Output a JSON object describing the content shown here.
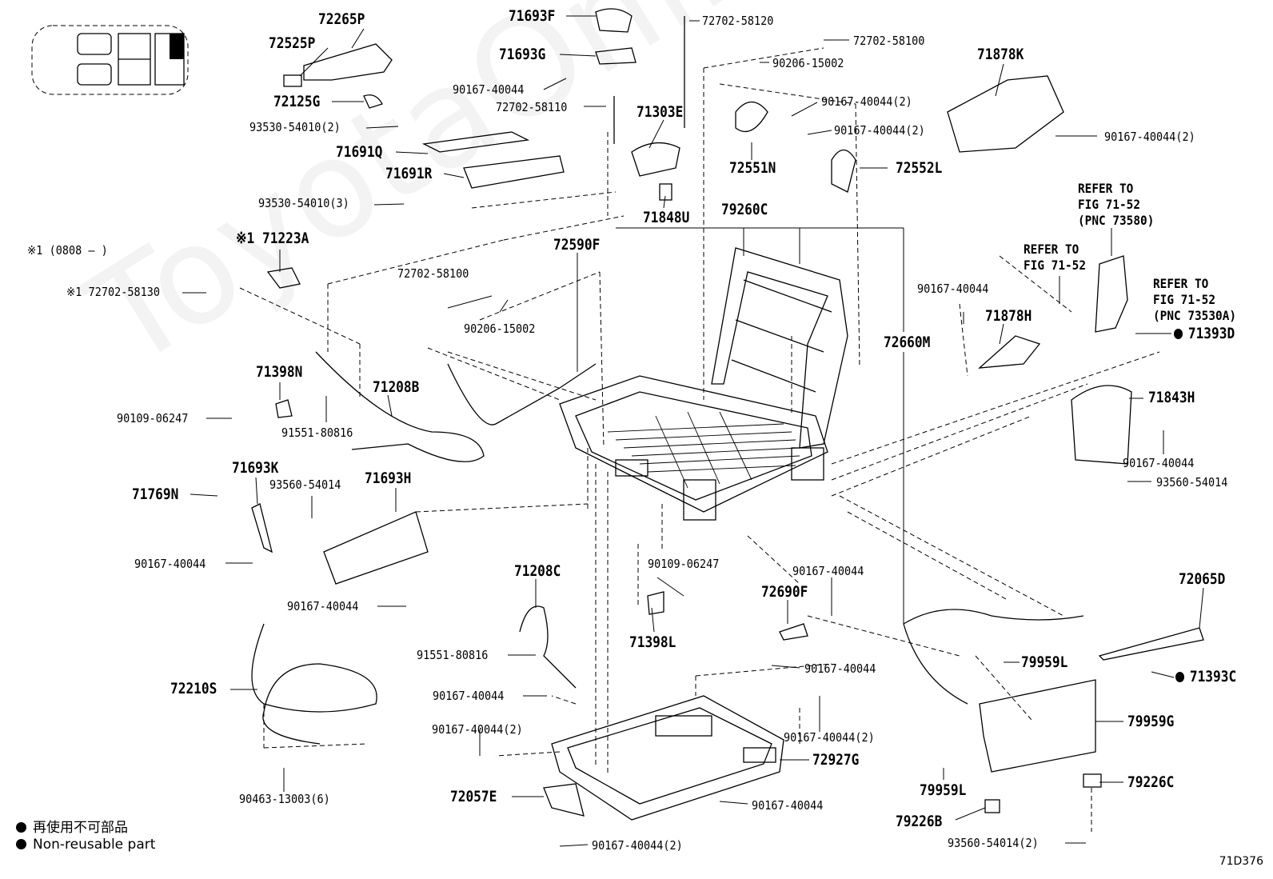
{
  "sheet_id": "71D376",
  "watermark": "ToyotaOnline.ru",
  "legend": {
    "symbol": "●",
    "line_jp": "再使用不可部品",
    "line_en": "Non-reusable part"
  },
  "note_range": "※1 (0808 –        )",
  "refers": {
    "r1": [
      "REFER TO",
      "FIG 71-52",
      "(PNC 73580)"
    ],
    "r2": [
      "REFER TO",
      "FIG 71-52"
    ],
    "r3": [
      "REFER TO",
      "FIG 71-52",
      "(PNC 73530A)"
    ]
  },
  "callouts": {
    "c72265P": "72265P",
    "c72525P": "72525P",
    "c72125G": "72125G",
    "c93530_2": "93530-54010(2)",
    "c71691Q": "71691Q",
    "c71691R": "71691R",
    "c93530_3": "93530-54010(3)",
    "c71693F": "71693F",
    "c71693G": "71693G",
    "c90167_a": "90167-40044",
    "c72702_58110": "72702-58110",
    "c71303E": "71303E",
    "c71848U": "71848U",
    "c72702_58120": "72702-58120",
    "c72702_58100a": "72702-58100",
    "c90206_15002a": "90206-15002",
    "c90167_2a": "90167-40044(2)",
    "c90167_2b": "90167-40044(2)",
    "c72551N": "72551N",
    "c72552L": "72552L",
    "c79260C": "79260C",
    "c71878K": "71878K",
    "c90167_2c": "90167-40044(2)",
    "c71223A": "※1 71223A",
    "c72702_58130": "※1 72702-58130",
    "c72590F": "72590F",
    "c72702_58100b": "72702-58100",
    "c90206_15002b": "90206-15002",
    "c90167_b": "90167-40044",
    "c71878H": "71878H",
    "c72660M": "72660M",
    "c71393D": "71393D",
    "c71398N": "71398N",
    "c71208B": "71208B",
    "c90109_a": "90109-06247",
    "c91551_a": "91551-80816",
    "c71843H": "71843H",
    "c90167_c": "90167-40044",
    "c93560_a": "93560-54014",
    "c71693K": "71693K",
    "c93560_b": "93560-54014",
    "c71693H": "71693H",
    "c71769N": "71769N",
    "c90167_d": "90167-40044",
    "c90167_e": "90167-40044",
    "c71208C": "71208C",
    "c90109_b": "90109-06247",
    "c71398L": "71398L",
    "c90167_f": "90167-40044",
    "c72690F": "72690F",
    "c90167_g": "90167-40044",
    "c72065D": "72065D",
    "c72210S": "72210S",
    "c91551_b": "91551-80816",
    "c90167_h": "90167-40044",
    "c90167_2d": "90167-40044(2)",
    "c90167_2e": "90167-40044(2)",
    "c79959L_a": "79959L",
    "c71393C": "71393C",
    "c79959G": "79959G",
    "c72927G": "72927G",
    "c90463": "90463-13003(6)",
    "c72057E": "72057E",
    "c90167_i": "90167-40044",
    "c79959L_b": "79959L",
    "c79226C": "79226C",
    "c79226B": "79226B",
    "c90167_2f": "90167-40044(2)",
    "c93560_2": "93560-54014(2)"
  }
}
